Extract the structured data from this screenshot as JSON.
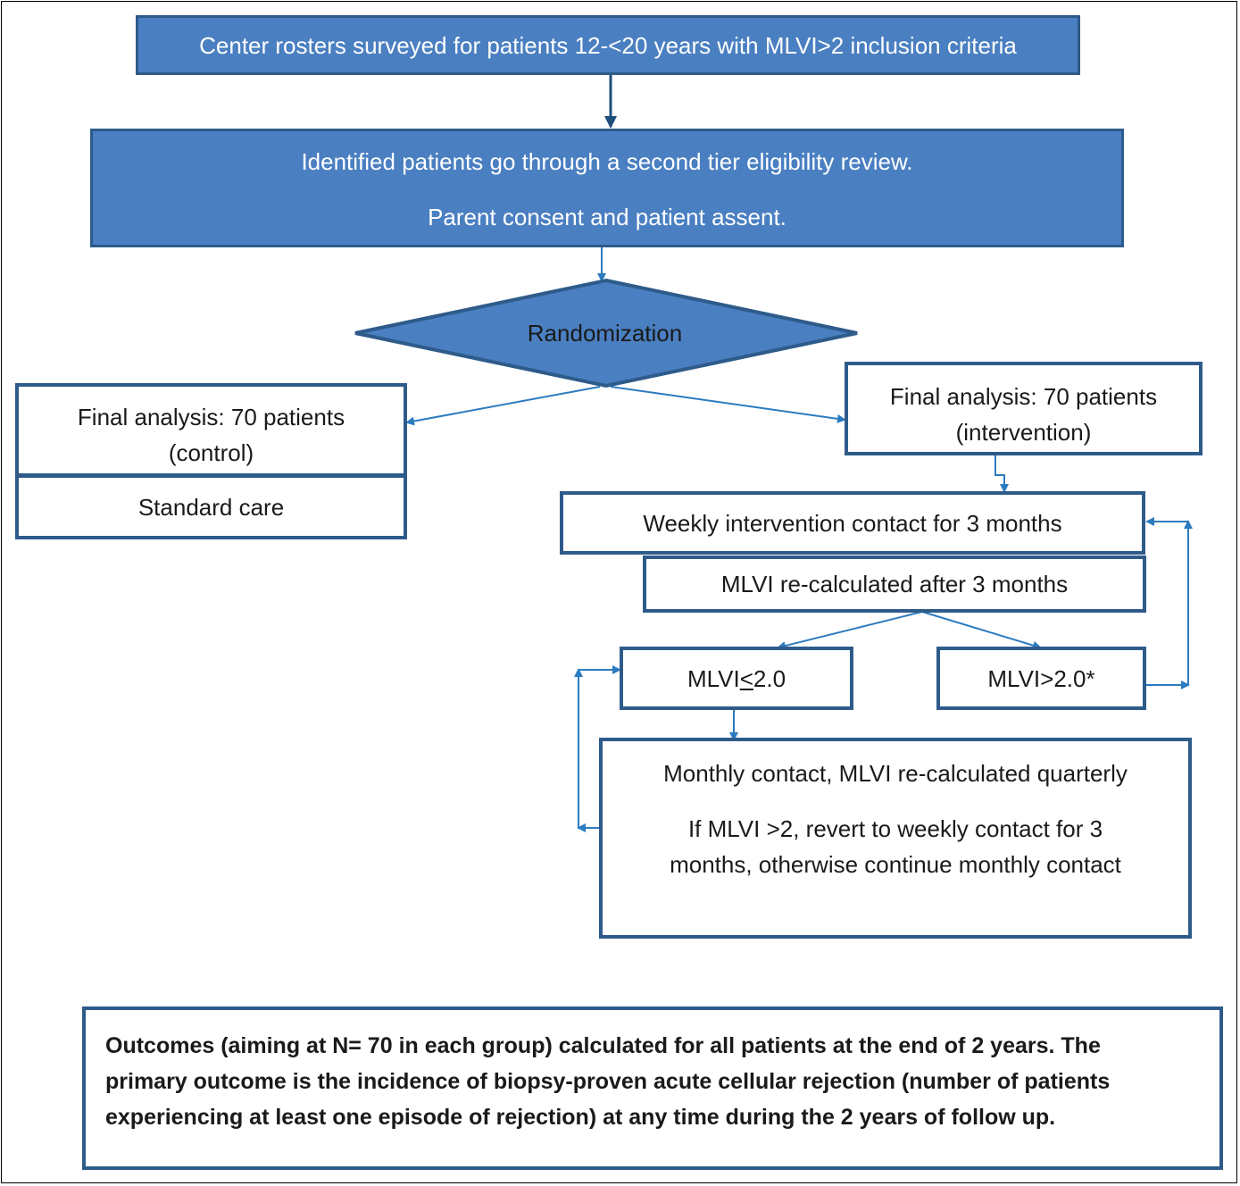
{
  "nodes": {
    "survey": "Center rosters surveyed for patients 12-<20 years with  MLVI>2 inclusion criteria",
    "review_line1": "Identified patients go through a second tier eligibility review.",
    "review_line2": "Parent consent and patient assent.",
    "randomization": "Randomization",
    "control_line1": "Final analysis: 70 patients",
    "control_line2": "(control)",
    "standard_care": "Standard care",
    "intervention_line1": "Final analysis: 70 patients",
    "intervention_line2": "(intervention)",
    "weekly_contact": "Weekly intervention contact for 3 months",
    "recalculated": "MLVI re-calculated after 3 months",
    "mlvi_low_prefix": "MLVI",
    "mlvi_low_symbol": "<",
    "mlvi_low_suffix": "2.0",
    "mlvi_high": "MLVI>2.0*",
    "monthly_line1": "Monthly contact, MLVI re-calculated quarterly",
    "monthly_line2": "If MLVI >2, revert to weekly contact for 3",
    "monthly_line3": "months, otherwise continue monthly contact",
    "outcomes_line1": "Outcomes (aiming at N= 70 in each group) calculated for all patients at the end of 2 years.  The",
    "outcomes_line2": "primary outcome is the incidence of biopsy-proven acute cellular rejection (number of patients",
    "outcomes_line3": "experiencing at least one episode of rejection) at any time during the 2 years of follow up."
  },
  "colors": {
    "fill": "#4a7fc1",
    "border": "#2e5b8a",
    "connector": "#2b7bbf",
    "dark_connector": "#1f4e79"
  }
}
